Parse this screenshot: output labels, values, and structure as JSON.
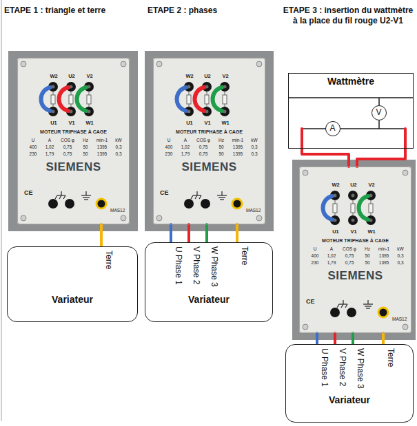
{
  "diagram": {
    "nodes": [
      {
        "text": [
          "MOTEUR TRIPHASE À CAGE",
          "SIEMENS"
        ]
      },
      {
        "text": [
          "Variateur"
        ]
      },
      {
        "text": [
          "MOTEUR TRIPHASE À CAGE",
          "SIEMENS"
        ]
      },
      {
        "text": [
          "Variateur"
        ]
      },
      {
        "text": [
          "Wattmètre"
        ]
      },
      {
        "text": [
          "V"
        ],
        "in": 4
      },
      {
        "text": [
          "A"
        ],
        "in": 4
      },
      {
        "text": [
          "MOTEUR TRIPHASE À CAGE",
          "SIEMENS"
        ]
      },
      {
        "text": [
          "Variateur"
        ]
      }
    ],
    "edges": [
      {
        "from": 1,
        "to": 0,
        "arrow": "none",
        "label": "Terre"
      },
      {
        "from": 3,
        "to": 2,
        "arrow": "none",
        "label": "U Phase 1"
      },
      {
        "from": 3,
        "to": 2,
        "arrow": "none",
        "label": "V Phase 2"
      },
      {
        "from": 3,
        "to": 2,
        "arrow": "none",
        "label": "W Phase 3"
      },
      {
        "from": 3,
        "to": 2,
        "arrow": "none",
        "label": "Terre"
      },
      {
        "from": 8,
        "to": 7,
        "arrow": "none",
        "label": "U Phase 1"
      },
      {
        "from": 8,
        "to": 7,
        "arrow": "none",
        "label": "V Phase 2"
      },
      {
        "from": 8,
        "to": 7,
        "arrow": "none",
        "label": "W Phase 3"
      },
      {
        "from": 8,
        "to": 7,
        "arrow": "none",
        "label": "Terre"
      },
      {
        "from": 4,
        "to": 7,
        "arrow": "none"
      },
      {
        "from": 4,
        "to": 7,
        "arrow": "none"
      }
    ],
    "labels": [
      "ETAPE 1 : triangle et terre",
      "ETAPE 2 : phases",
      "ETAPE 3 : insertion du wattmètre à la place du fil rouge U2-V1",
      "W2",
      "U2",
      "V2",
      "U1",
      "V1",
      "W1",
      "U",
      "A",
      "COS φ",
      "Hz",
      "min-1",
      "kW",
      "400",
      "1,02",
      "0,75",
      "50",
      "1395",
      "0,3",
      "230",
      "1,79",
      "0,75",
      "50",
      "1395",
      "0,3",
      "CE",
      "MAS12",
      "W2",
      "U2",
      "V2",
      "U1",
      "V1",
      "W1",
      "U",
      "A",
      "COS φ",
      "Hz",
      "min-1",
      "kW",
      "400",
      "1,02",
      "0,75",
      "50",
      "1395",
      "0,3",
      "230",
      "1,79",
      "0,75",
      "50",
      "1395",
      "0,3",
      "CE",
      "MAS12",
      "W2",
      "U2",
      "V2",
      "U1",
      "V1",
      "W1",
      "U",
      "A",
      "COS φ",
      "Hz",
      "min-1",
      "kW",
      "400",
      "1,02",
      "0,75",
      "50",
      "1395",
      "0,3",
      "230",
      "1,79",
      "0,75",
      "50",
      "1395",
      "0,3",
      "CE",
      "MAS12"
    ]
  }
}
